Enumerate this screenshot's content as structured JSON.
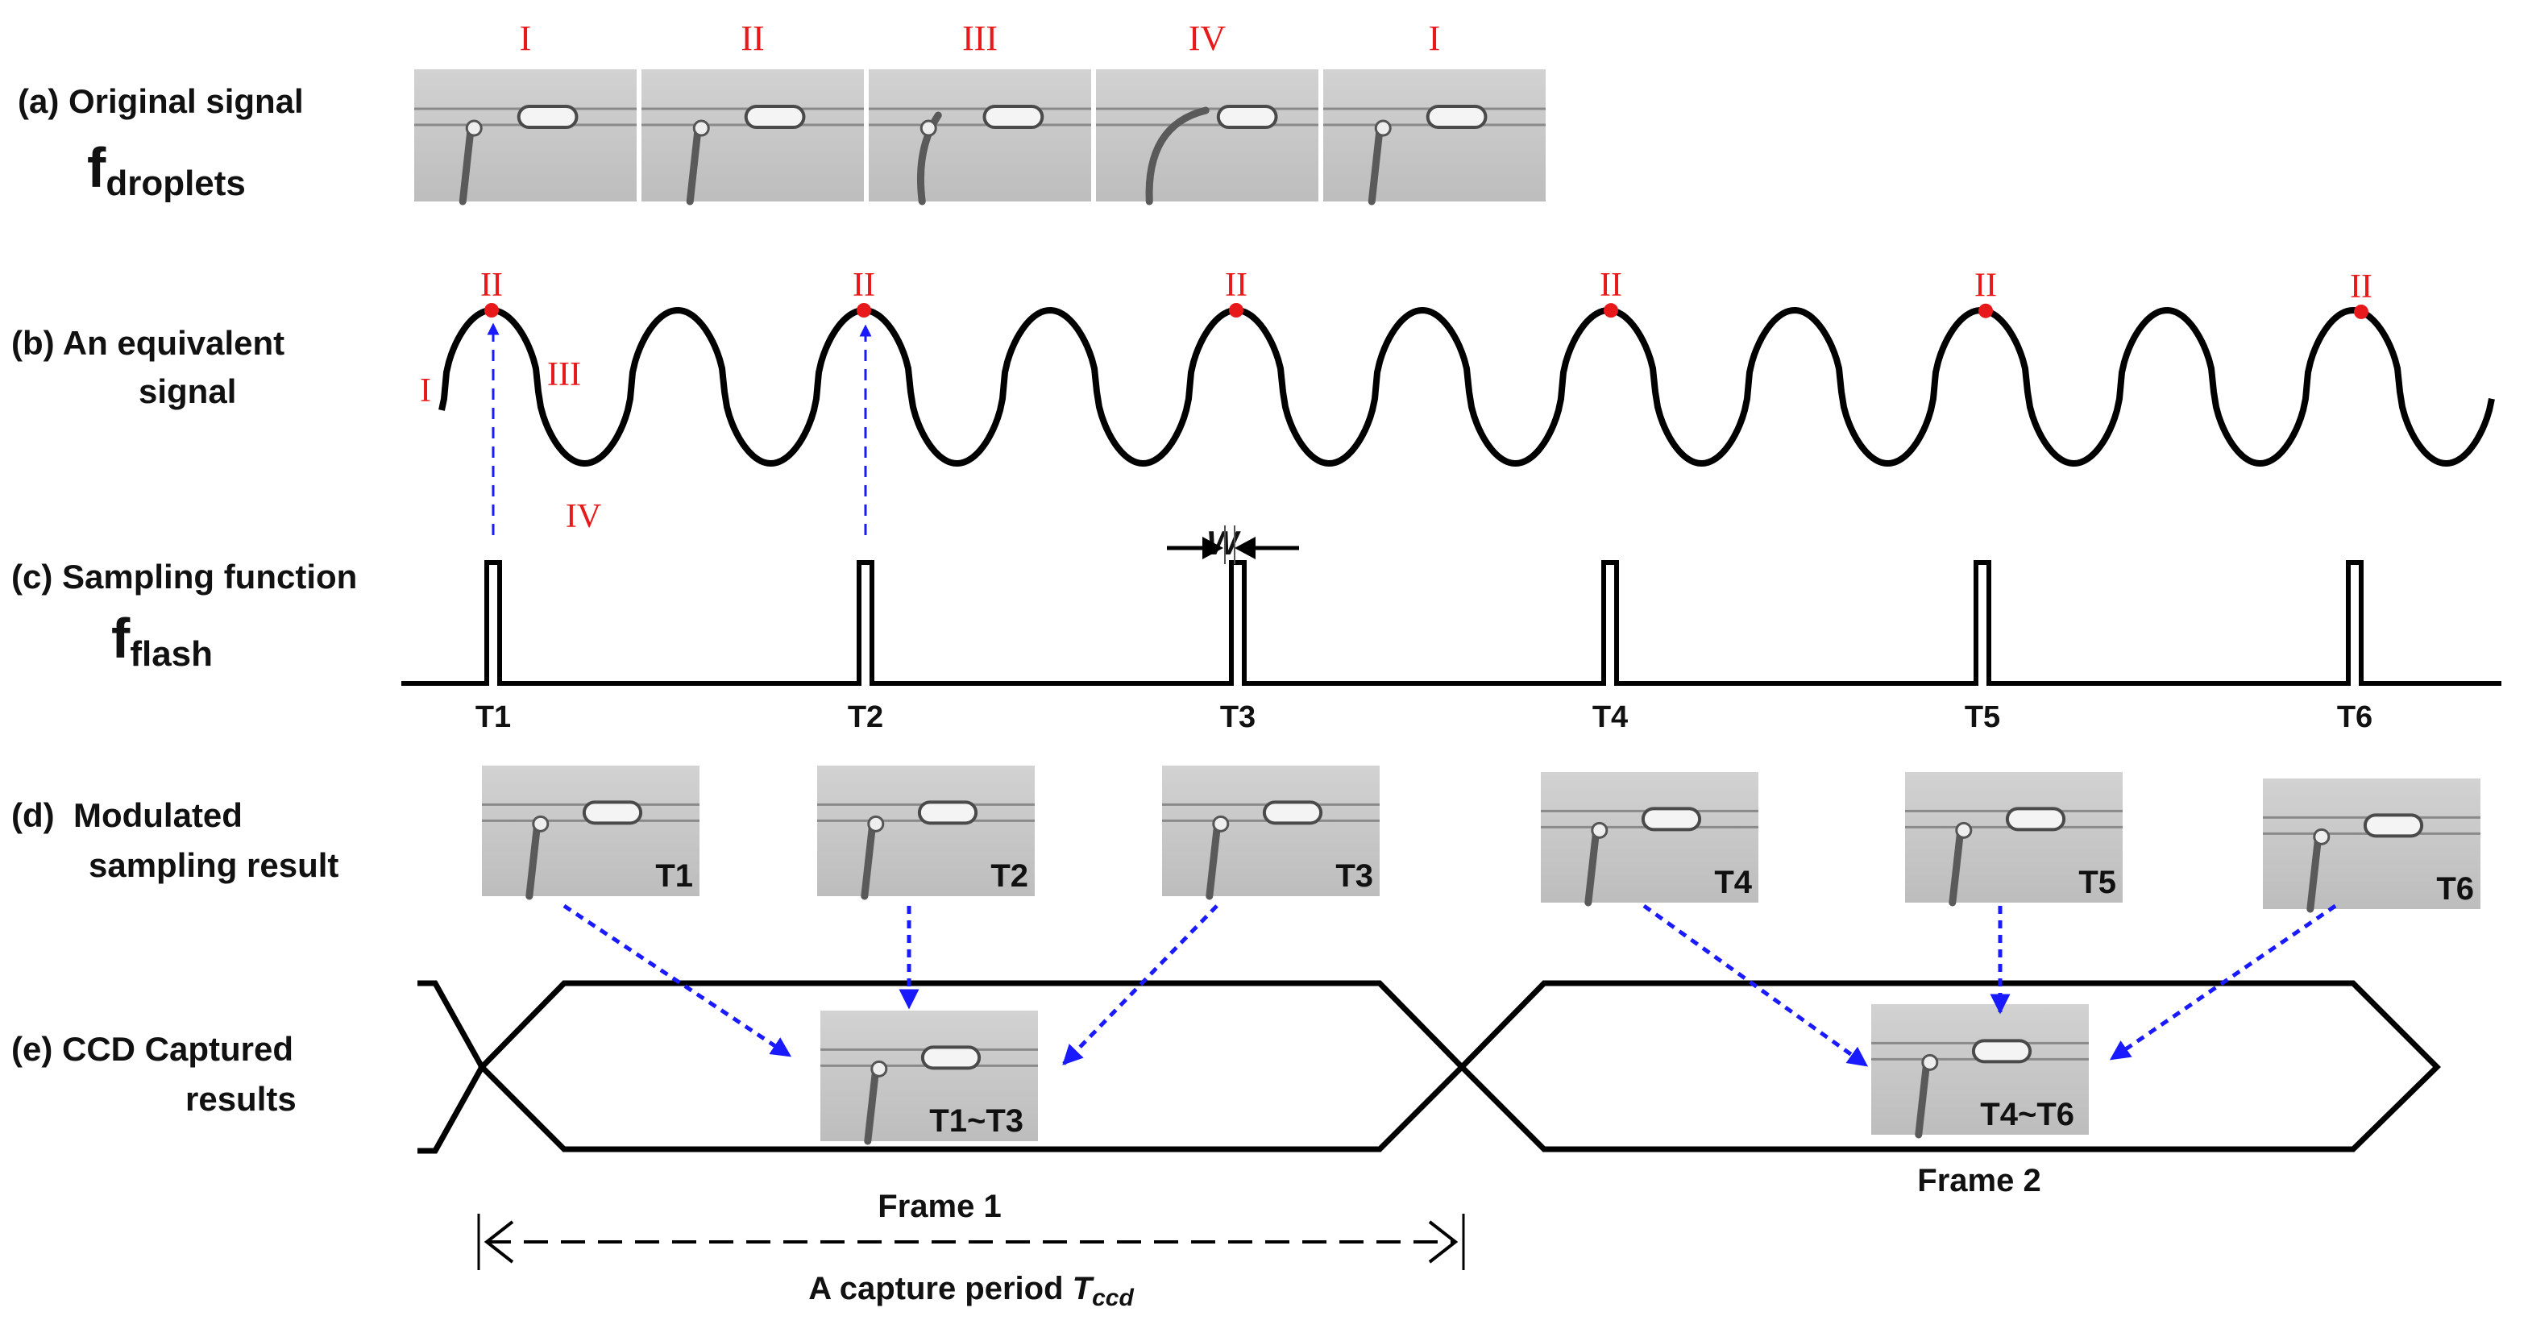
{
  "rows": {
    "a": {
      "label": "(a) Original signal",
      "sym": "f",
      "sub": "droplets"
    },
    "b": {
      "label1": "(b) An equivalent",
      "label2": "signal"
    },
    "c": {
      "label": "(c) Sampling function",
      "sym": "f",
      "sub": "flash"
    },
    "d": {
      "label1": "(d)  Modulated",
      "label2": "sampling result"
    },
    "e": {
      "label1": "(e) CCD Captured",
      "label2": "results"
    }
  },
  "phases": {
    "film": [
      "I",
      "II",
      "III",
      "IV",
      "I"
    ],
    "wave_peak": "II",
    "wave_side": [
      "I",
      "III",
      "IV"
    ]
  },
  "width_marker": "W",
  "times": [
    "T1",
    "T2",
    "T3",
    "T4",
    "T5",
    "T6"
  ],
  "captures": [
    "T1~T3",
    "T4~T6"
  ],
  "frames": [
    "Frame 1",
    "Frame 2"
  ],
  "period": {
    "text": "A capture period ",
    "sym": "T",
    "sub": "ccd"
  },
  "colors": {
    "phase_label": "#e8191a",
    "arrow": "#1a1aff",
    "line": "#000000",
    "photo_bg": "#c9c9c9"
  }
}
